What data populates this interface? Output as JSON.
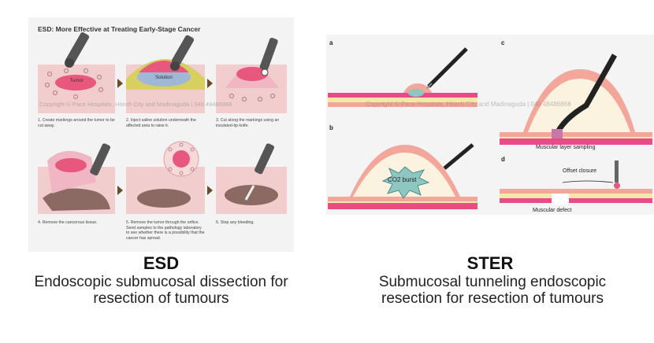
{
  "left": {
    "panel_title": "ESD: More Effective at Treating Early-Stage Cancer",
    "steps": [
      {
        "caption": "1. Create markings around the tumor to be cut away.",
        "label": "Tumor"
      },
      {
        "caption": "2. Inject saline solution underneath the affected area to raise it.",
        "label": "Solution"
      },
      {
        "caption": "3. Cut along the markings using an insulated-tip knife."
      },
      {
        "caption": "4. Remove the cancerous tissue."
      },
      {
        "caption": "5. Remove the tumor through the orifice. Send samples to the pathology laboratory to see whether there is a possibility that the cancer has spread."
      },
      {
        "caption": "6. Stop any bleeding."
      }
    ],
    "watermark": "Copyright © Pace Hospitals, Hitech City and Madinaguda | 040 48486868",
    "heading": "ESD",
    "subtitle": "Endoscopic submucosal dissection for resection of tumours"
  },
  "right": {
    "panels": [
      {
        "letter": "a"
      },
      {
        "letter": "b",
        "label": "CO2 burst"
      },
      {
        "letter": "c",
        "label": "Muscular layer sampling"
      },
      {
        "letter": "d",
        "label_top": "Offset closure",
        "label_bottom": "Muscular defect"
      }
    ],
    "watermark": "Copyright © Pace Hospitals, Hitech City and Madinaguda | 040 48486868",
    "heading": "STER",
    "subtitle": "Submucosal tunneling endoscopic resection for resection of tumours"
  },
  "colors": {
    "pink_tissue": "#f4cfcf",
    "tumor": "#e8587e",
    "saline": "#9fb8d6",
    "mucosa": "#e84a8a",
    "submucosa": "#f5e9a8",
    "muscle": "#f2a79a",
    "wound": "#8c6a64",
    "arrow": "#6b4c2a"
  }
}
